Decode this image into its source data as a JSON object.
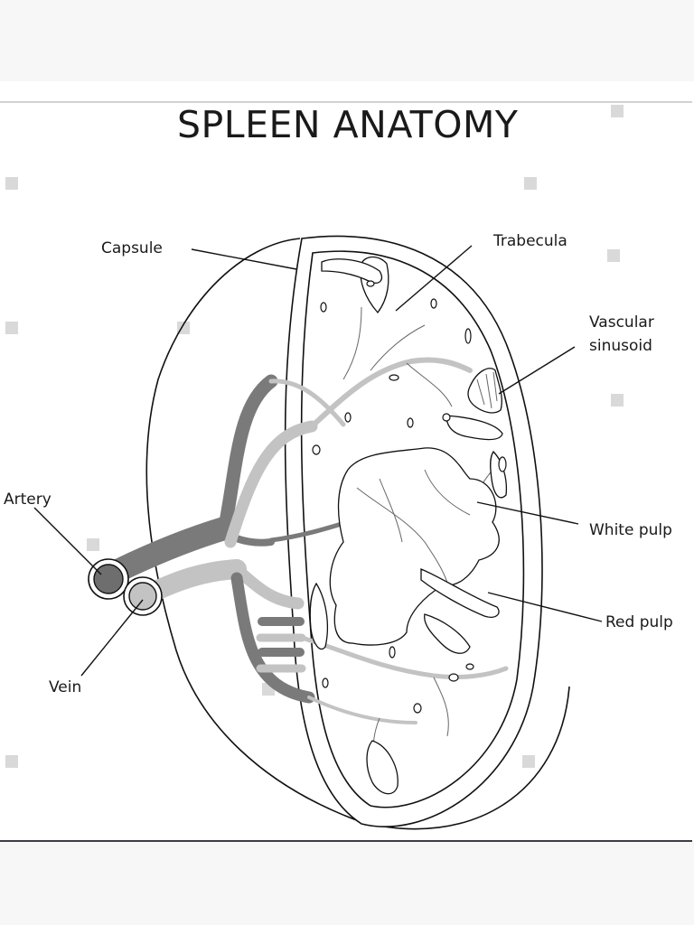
{
  "title": "SPLEEN ANATOMY",
  "labels": {
    "capsule": "Capsule",
    "trabecula": "Trabecula",
    "vascular_sinusoid_line1": "Vascular",
    "vascular_sinusoid_line2": "sinusoid",
    "artery": "Artery",
    "white_pulp": "White pulp",
    "red_pulp": "Red pulp",
    "vein": "Vein"
  },
  "colors": {
    "outline": "#111111",
    "artery_fill": "#7a7a7a",
    "vein_fill": "#c3c3c3",
    "band_background": "#f7f7f7",
    "panel_bottom_border": "#3a3d44"
  }
}
